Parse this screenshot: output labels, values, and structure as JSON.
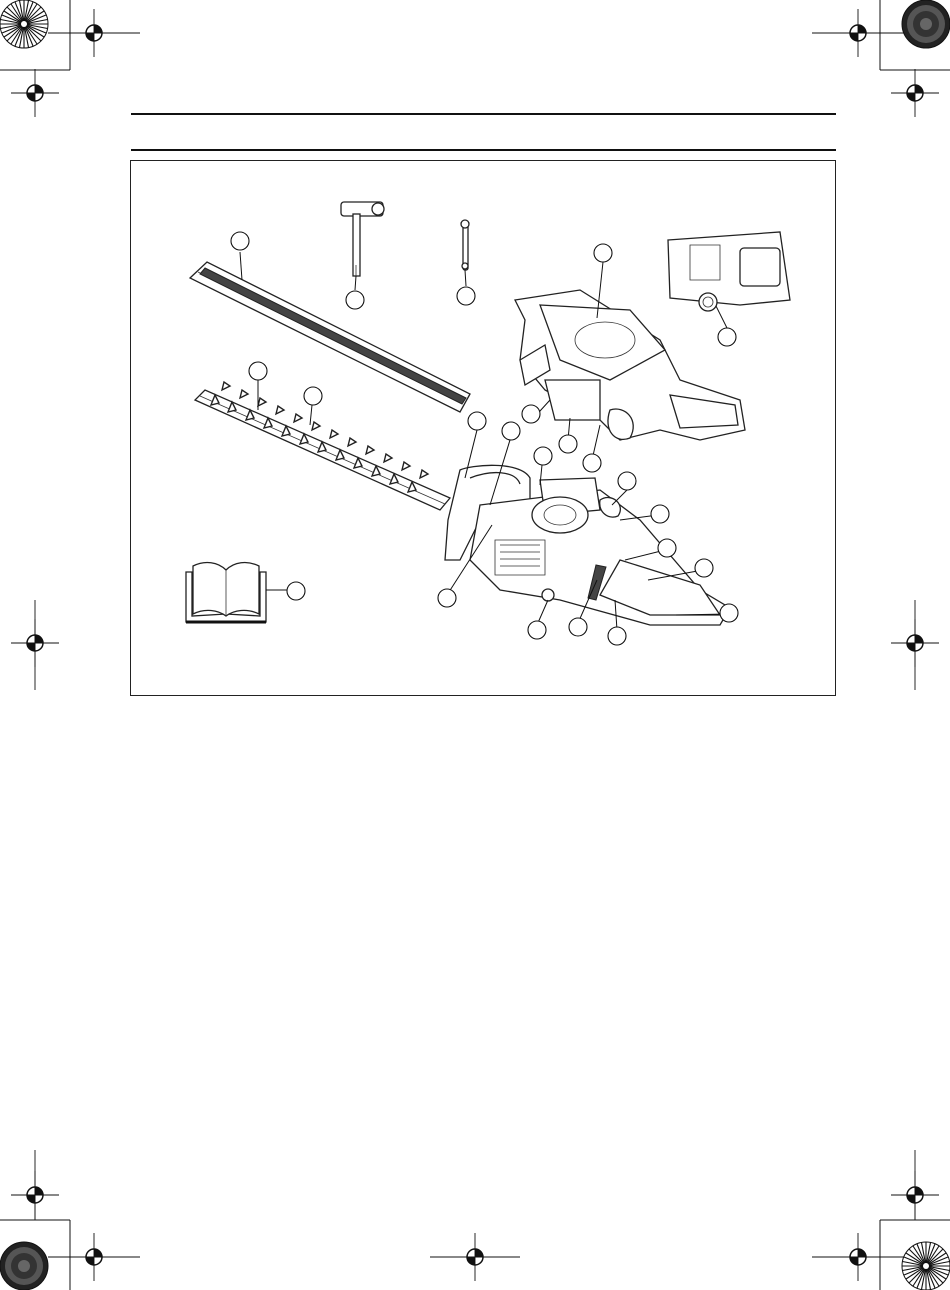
{
  "page": {
    "header_rule_top": true,
    "header_rule_bottom": true
  },
  "figure": {
    "callouts": [
      {
        "id": "c-blade-cover"
      },
      {
        "id": "c-combination-spanner"
      },
      {
        "id": "c-small-wrench"
      },
      {
        "id": "c-cylinder-cover"
      },
      {
        "id": "c-inset-detail"
      },
      {
        "id": "c-blade-tip"
      },
      {
        "id": "c-blade-teeth"
      },
      {
        "id": "c-front-handle"
      },
      {
        "id": "c-hand-guard"
      },
      {
        "id": "c-air-filter"
      },
      {
        "id": "c-fuel-pump"
      },
      {
        "id": "c-choke"
      },
      {
        "id": "c-starter-handle"
      },
      {
        "id": "c-fuel-cap"
      },
      {
        "id": "c-stop-switch"
      },
      {
        "id": "c-throttle-lockout"
      },
      {
        "id": "c-throttle-trigger"
      },
      {
        "id": "c-rear-handle"
      },
      {
        "id": "c-handle-rotation"
      },
      {
        "id": "c-handle-lock"
      },
      {
        "id": "c-throttle-lock"
      },
      {
        "id": "c-muffler"
      },
      {
        "id": "c-manual"
      },
      {
        "id": "c-gear-housing"
      }
    ]
  },
  "colors": {
    "ink": "#111111",
    "paper": "#ffffff"
  }
}
